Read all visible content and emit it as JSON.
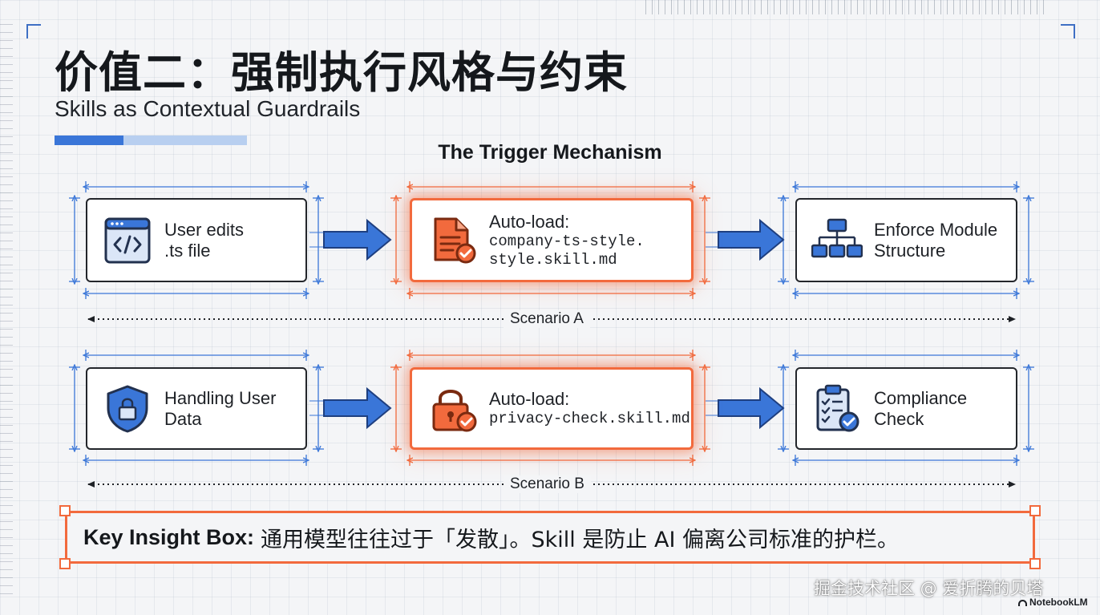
{
  "header": {
    "title": "价值二：强制执行风格与约束",
    "subtitle": "Skills as Contextual Guardrails"
  },
  "diagram": {
    "title": "The Trigger Mechanism",
    "scenarios": [
      {
        "label": "Scenario A",
        "steps": [
          {
            "icon": "code-window-icon",
            "line1": "User edits",
            "line2": ".ts file"
          },
          {
            "icon": "document-check-icon",
            "line1": "Auto-load:",
            "code1": "company-ts-style.",
            "code2": "style.skill.md",
            "highlighted": true
          },
          {
            "icon": "hierarchy-icon",
            "line1": "Enforce Module",
            "line2": "Structure"
          }
        ]
      },
      {
        "label": "Scenario B",
        "steps": [
          {
            "icon": "shield-lock-icon",
            "line1": "Handling User",
            "line2": "Data"
          },
          {
            "icon": "padlock-check-icon",
            "line1": "Auto-load:",
            "code1": "privacy-check.skill.md",
            "highlighted": true
          },
          {
            "icon": "clipboard-check-icon",
            "line1": "Compliance",
            "line2": "Check"
          }
        ]
      }
    ]
  },
  "insight": {
    "label": "Key Insight Box:",
    "text": "通用模型往往过于「发散」。Skill 是防止 AI 偏离公司标准的护栏。"
  },
  "watermark": "掘金技术社区 @ 爱折腾的贝塔",
  "brand": "NotebookLM",
  "colors": {
    "accent_orange": "#f26a3d",
    "accent_blue": "#3a76d8",
    "arrow_blue": "#3a76d8",
    "text_dark": "#15181c"
  }
}
